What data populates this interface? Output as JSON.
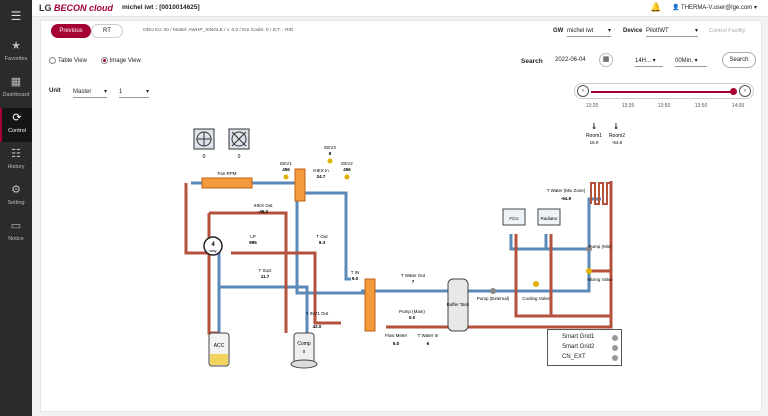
{
  "app": {
    "logo_prefix": "LG",
    "logo_name": "BECON cloud",
    "site": "michel iwt : [0010014625]",
    "user": "THERMA-V.user@lge.com"
  },
  "sidebar": {
    "items": [
      {
        "label": "Favorites",
        "icon": "star-icon"
      },
      {
        "label": "Dashboard",
        "icon": "dashboard-icon"
      },
      {
        "label": "Control",
        "icon": "control-icon"
      },
      {
        "label": "History",
        "icon": "history-icon"
      },
      {
        "label": "Setting",
        "icon": "gear-icon"
      },
      {
        "label": "Notice",
        "icon": "notice-icon"
      }
    ]
  },
  "toolbar": {
    "previous": "Previous",
    "rt": "RT",
    "info": "ODU Ko: 00 / Model: AWHP_SINGLE / v. 0.0 / Em Codin: 0 / ICT. : RID",
    "gw_label": "GW",
    "gw_value": "michel iwt",
    "device_label": "Device",
    "device_value": "PilotIWT",
    "control_facility": "Control Facility"
  },
  "view": {
    "table": "Table View",
    "image": "Image View",
    "selected": "Image View"
  },
  "search": {
    "label": "Search",
    "date": "2022-06-04",
    "hour": "14H...",
    "minute": "00Min.",
    "button": "Search"
  },
  "unit": {
    "label": "Unit",
    "master": "Master",
    "index": "1"
  },
  "timeline": {
    "ticks": [
      "13:20",
      "13:35",
      "13:50",
      "13:50",
      "14:00"
    ],
    "position": 0.97
  },
  "diagram": {
    "fans": [
      "0",
      "0"
    ],
    "fan_rpm": "Fan RPM",
    "eev1": {
      "label": "EEV1",
      "value": "456"
    },
    "ihex": {
      "label": "IHEX In",
      "value": "24.7"
    },
    "eev3": {
      "label": "EEV3",
      "value": "8"
    },
    "eev2": {
      "label": "EEV2",
      "value": "456"
    },
    "ihex_out": {
      "label": "IHEX Out",
      "value": "-45.2"
    },
    "four_way": {
      "top": "4",
      "bottom": "way"
    },
    "lp": {
      "label": "LP",
      "value": "895"
    },
    "t_out": {
      "label": "T Out",
      "value": "9.3"
    },
    "t_suct": {
      "label": "T Suct",
      "value": "11.7"
    },
    "t_inv": {
      "label": "T INV1 Out",
      "value": "42.0"
    },
    "comp": {
      "label": "Comp",
      "value": "0"
    },
    "acc": "ACC",
    "t_in": {
      "label": "T IN",
      "value": "9.0"
    },
    "t_water_out": {
      "label": "T Water Out",
      "value": "7"
    },
    "pump_main": {
      "label": "Pump (Main)",
      "value": "0.0"
    },
    "flow_meter": {
      "label": "Flow Meter",
      "value": "5.0"
    },
    "t_water_in": {
      "label": "T Water In",
      "value": "6"
    },
    "buffer_tank": "Buffer Tank",
    "pump_external": "Pump (External)",
    "cooling_valve": "Cooling Valve",
    "fcu": "FCU",
    "radiator": "Radiator",
    "t_water_mix": {
      "label": "T Water (Mix Zone)",
      "value": "-64.9"
    },
    "pump_mix": "Pump (Mix)",
    "mixing_valve": "Mixing Valve",
    "room1": {
      "label": "Room1",
      "value": "16.0"
    },
    "room2": {
      "label": "Room2",
      "value": "-64.6"
    }
  },
  "legend": {
    "items": [
      "Smart Grid1",
      "Smart Grid2",
      "CN_EXT"
    ]
  },
  "colors": {
    "accent": "#a50034",
    "hot": "#b5523e",
    "cold": "#5b89b8"
  }
}
